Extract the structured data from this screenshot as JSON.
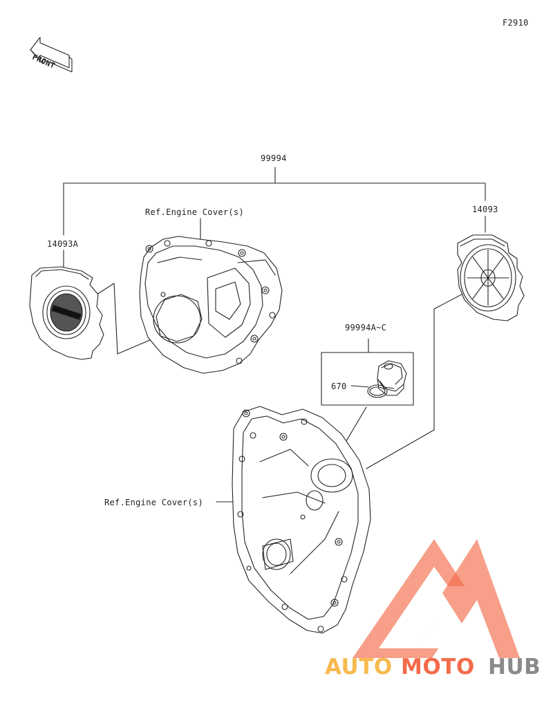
{
  "figure_code": "F2910",
  "front_label": "FRONT",
  "labels": {
    "assembly": "99994",
    "cover_left": "14093A",
    "cover_right": "14093",
    "ref_cover_upper": "Ref.Engine Cover(s)",
    "ref_cover_lower": "Ref.Engine Cover(s)",
    "kit": "99994A~C",
    "oring": "670"
  },
  "watermark": {
    "part1": "AUTO",
    "part2": "MOTO",
    "part3": "HUB",
    "colors": {
      "auto": "#f7b94f",
      "moto": "#f26b4a",
      "hub": "#8a8a8a",
      "logo": "#f26b4a"
    }
  }
}
